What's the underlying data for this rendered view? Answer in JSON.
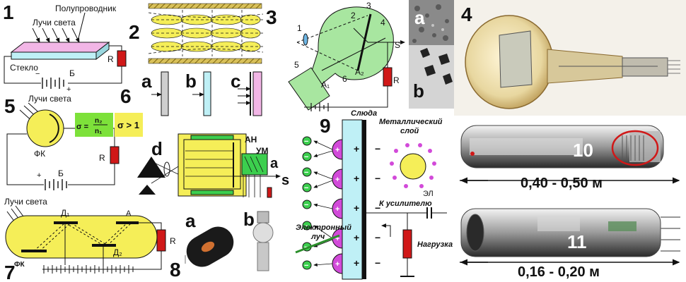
{
  "panel1": {
    "number": "1",
    "semiconductor": "Полупроводник",
    "light_rays": "Лучи света",
    "glass": "Стекло",
    "battery": "Б",
    "resistor": "R"
  },
  "panel2": {
    "number": "2"
  },
  "panel3": {
    "number": "3",
    "p1": "1",
    "p2": "2",
    "p3": "3",
    "p4": "4",
    "p5": "5",
    "p6": "6",
    "a1": "A₁",
    "a2": "A₂",
    "s": "S",
    "r": "R"
  },
  "panel_ab_photo": {
    "a": "a",
    "b": "b"
  },
  "panel4": {
    "number": "4"
  },
  "panel6": {
    "number": "6",
    "a": "a",
    "b": "b",
    "c": "c"
  },
  "panel5": {
    "number": "5",
    "light_rays": "Лучи света",
    "fk": "ФК",
    "battery": "Б",
    "resistor": "R",
    "sigma_formula": "σ = n₂/n₁",
    "sigma_lhs": "σ =",
    "sigma_num": "n₂",
    "sigma_den": "n₁",
    "sigma_cond": "σ > 1"
  },
  "panel_d": {
    "letter": "d",
    "an": "АН",
    "um": "УМ",
    "a": "a",
    "s": "s"
  },
  "panel9": {
    "number": "9",
    "mica": "Слюда",
    "metal_layer": "Металлический слой",
    "metal_line1": "Металлический",
    "metal_line2": "слой",
    "el": "ЭЛ",
    "to_amp": "К усилителю",
    "beam_line1": "Электронный",
    "beam_line2": "луч",
    "load": "Нагрузка"
  },
  "panel10": {
    "number": "10",
    "length": "0,40 - 0,50 м"
  },
  "panel11": {
    "number": "11",
    "length": "0,16 - 0,20 м"
  },
  "panel7": {
    "number": "7",
    "light_rays": "Лучи света",
    "d1": "Д₁",
    "d2": "Д₂",
    "a": "A",
    "fk": "ФК",
    "r": "R"
  },
  "panel8": {
    "number": "8",
    "a": "a",
    "b": "b"
  },
  "colors": {
    "pink": "#f2b6e6",
    "cyan": "#bff0f6",
    "yellow": "#f5ee58",
    "green": "#3ccf4e",
    "magenta": "#d24ad9",
    "red": "#d01818",
    "mustard": "#c6a63a"
  }
}
